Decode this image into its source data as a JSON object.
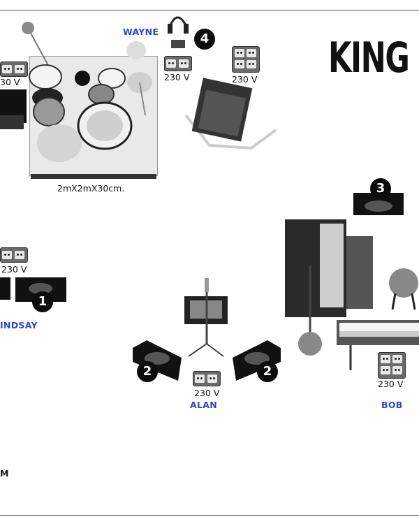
{
  "logo": {
    "text": "KING"
  },
  "drum_riser": {
    "label": "2mX2mX30cm."
  },
  "musicians": {
    "wayne": "WAYNE",
    "lindsay": "INDSAY",
    "alan": "ALAN",
    "bob": "BOB"
  },
  "voltages": {
    "drums_left": "30 V",
    "wayne_a": "230 V",
    "wayne_b": "230 V",
    "lindsay": "230 V",
    "alan": "230 V",
    "bob": "230 V"
  },
  "monitor_badges": {
    "m1": "1",
    "m2a": "2",
    "m2b": "2",
    "m3": "3",
    "m4": "4"
  },
  "corner_text": "M"
}
